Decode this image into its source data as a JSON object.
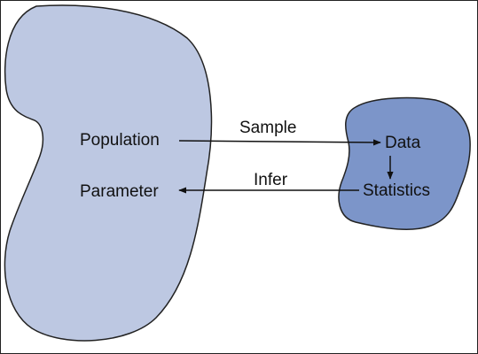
{
  "colors": {
    "population_fill": "#bdc8e2",
    "sample_fill": "#7c95c9",
    "outline": "#222222",
    "text": "#111111"
  },
  "labels": {
    "population": "Population",
    "parameter": "Parameter",
    "sample": "Sample",
    "infer": "Infer",
    "data": "Data",
    "statistics": "Statistics"
  }
}
